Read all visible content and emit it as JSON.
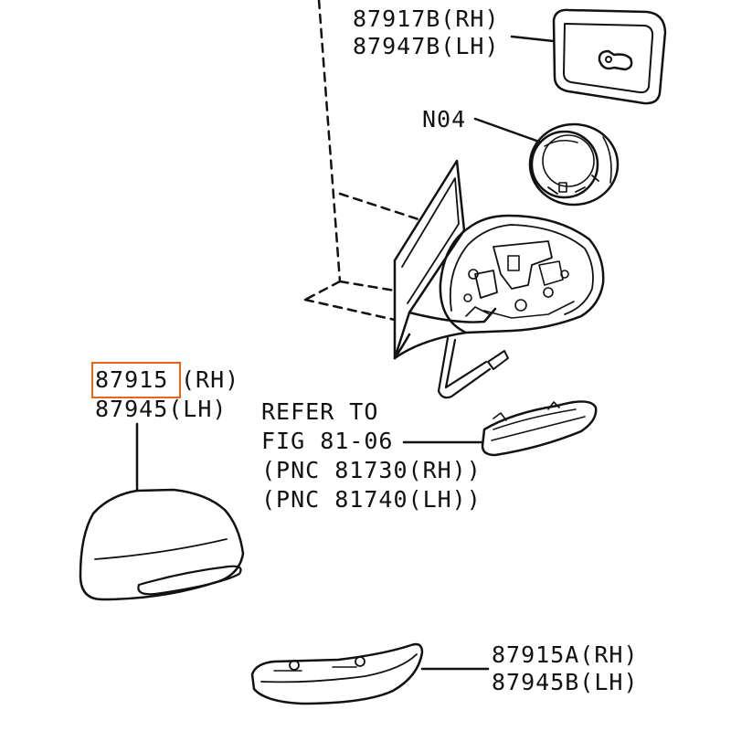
{
  "labels": {
    "glass_rh": "87917B(RH)",
    "glass_lh": "87947B(LH)",
    "actuator": "N04",
    "cover_rh_part": "87915",
    "cover_rh_suffix": "(RH)",
    "cover_lh": "87945(LH)",
    "refer_line1": "REFER TO",
    "refer_line2": "FIG 81-06",
    "refer_line3": "(PNC 81730(RH))",
    "refer_line4": "(PNC 81740(LH))",
    "lower_rh": "87915A(RH)",
    "lower_lh": "87945B(LH)"
  },
  "colors": {
    "line": "#111111",
    "highlight": "#e8641c",
    "background": "#ffffff"
  }
}
